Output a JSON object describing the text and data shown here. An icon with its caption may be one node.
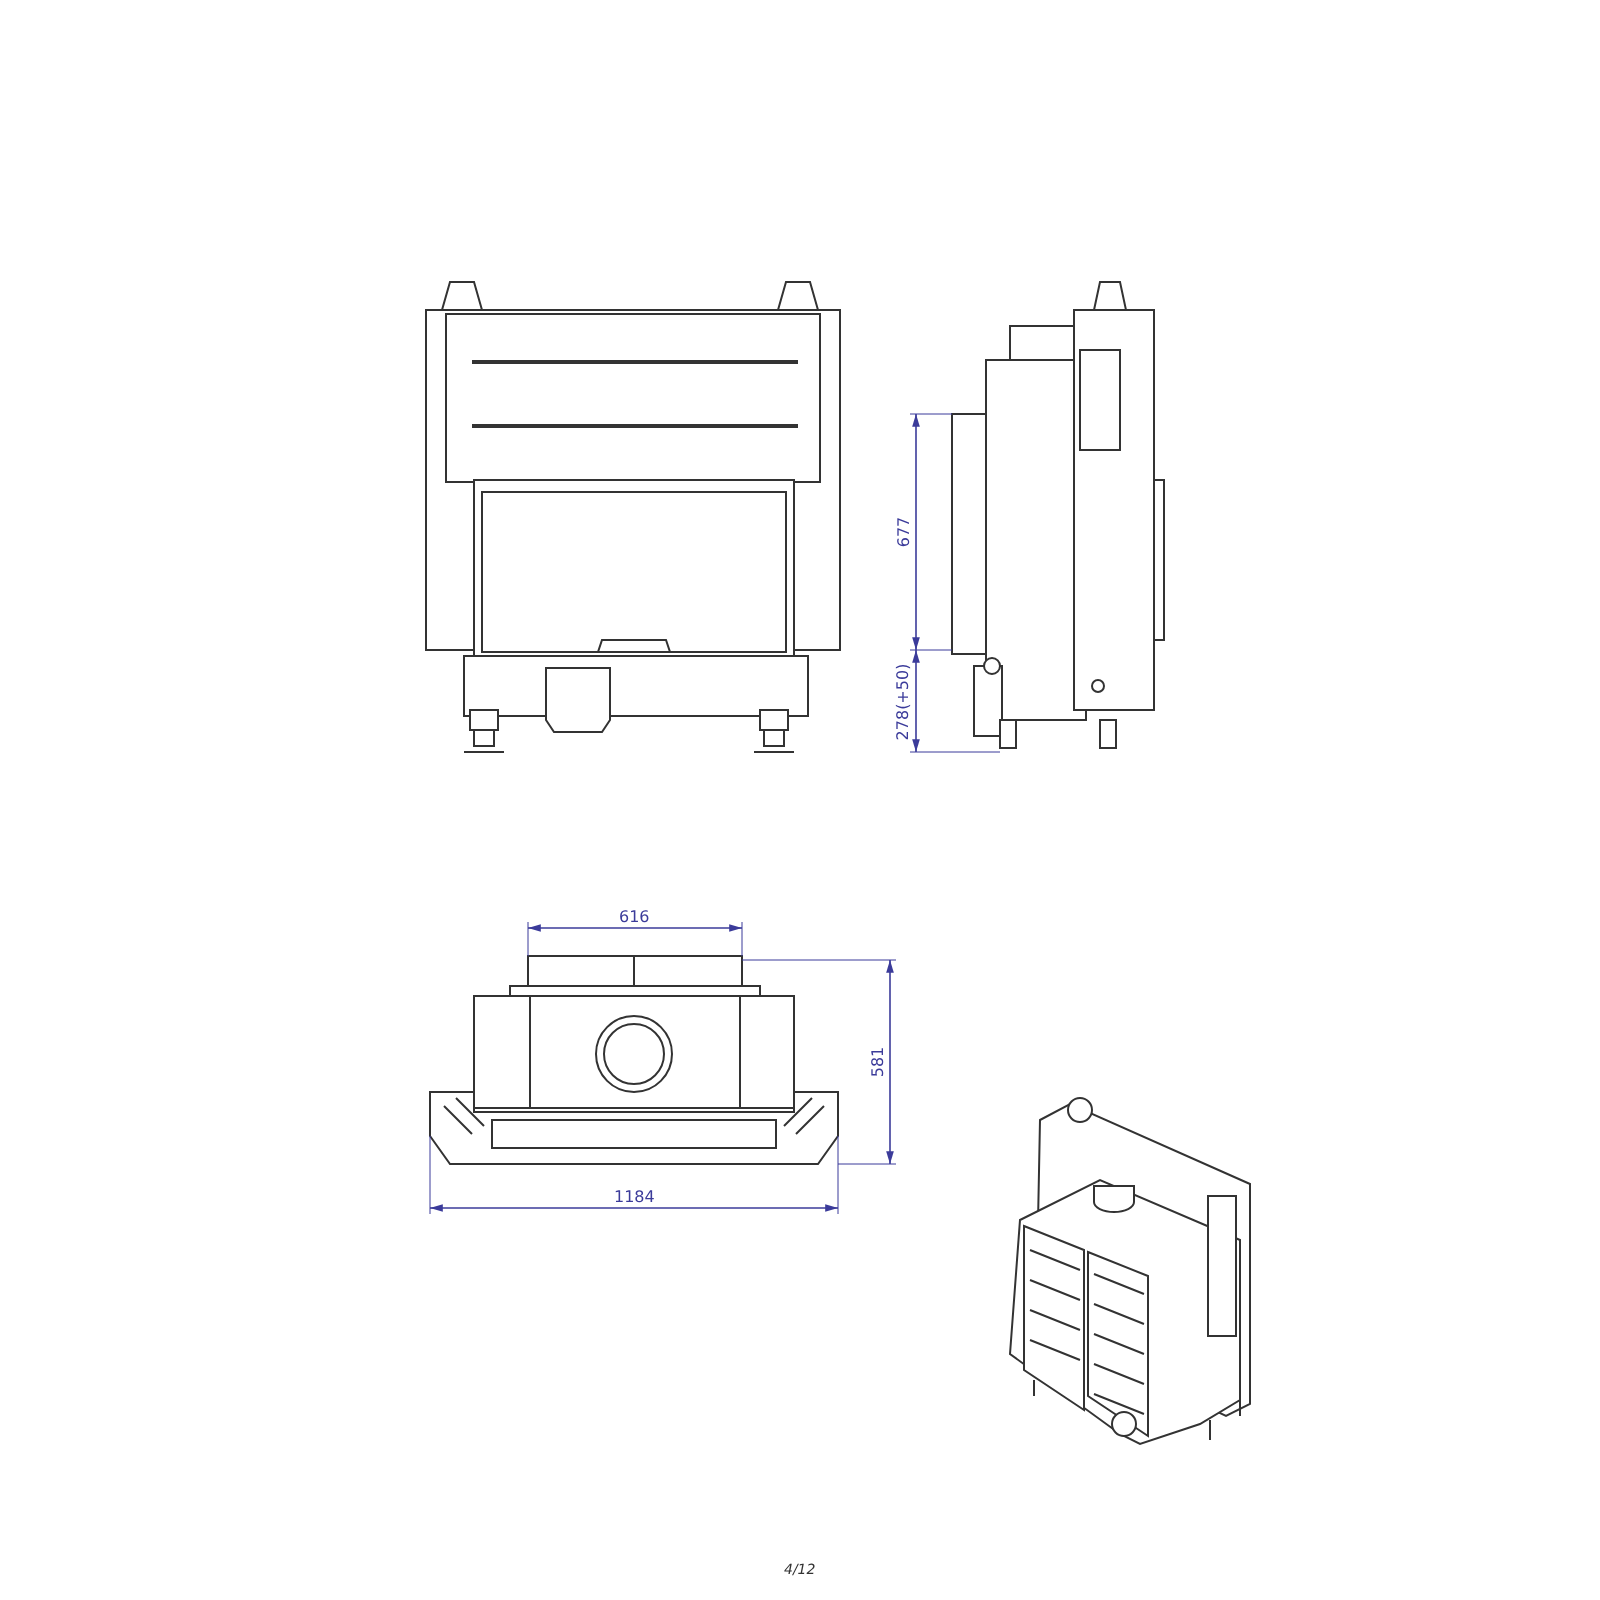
{
  "diagram": {
    "labels": [
      "677",
      "278(+50)",
      "616",
      "581",
      "1184",
      "4/12"
    ]
  }
}
